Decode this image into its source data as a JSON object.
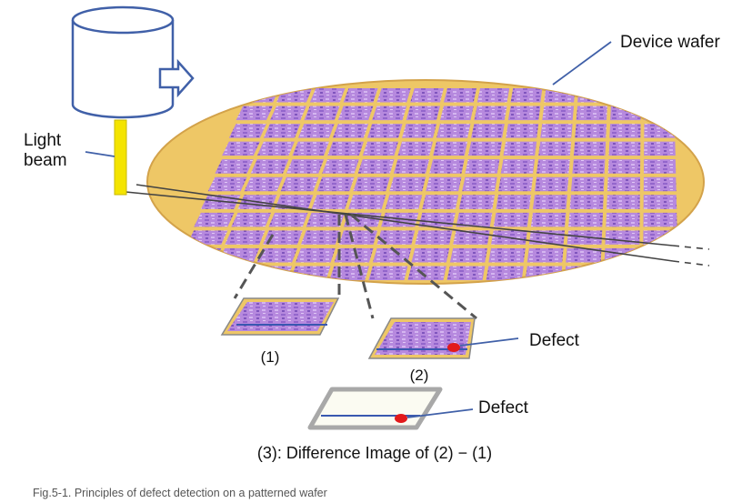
{
  "labels": {
    "device_wafer": "Device wafer",
    "light_beam_line1": "Light",
    "light_beam_line2": "beam",
    "image1": "(1)",
    "image2": "(2)",
    "defect_a": "Defect",
    "defect_b": "Defect",
    "difference": "(3): Difference Image of (2) − (1)"
  },
  "caption": "Fig.5-1. Principles of defect detection on a patterned wafer",
  "colors": {
    "wafer_gold": "#eec766",
    "die_purple": "#b184dc",
    "optics_blue": "#4060a8",
    "beam_yellow": "#f4e400",
    "defect_red": "#e2191b",
    "frame_gray": "#a8a8a8"
  }
}
